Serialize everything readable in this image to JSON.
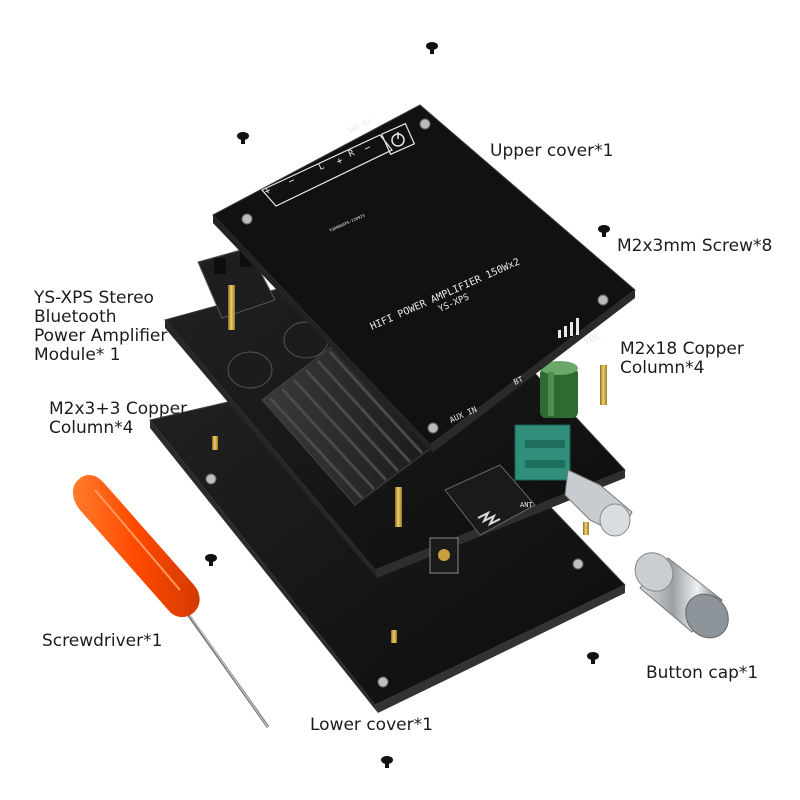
{
  "labels": {
    "upper_cover": "Upper cover*1",
    "screw": "M2x3mm Screw*8",
    "module": "YS-XPS Stereo\nBluetooth\nPower Amplifier\nModule* 1",
    "copper_18": "M2x18 Copper\nColumn*4",
    "copper_3": "M2x3+3 Copper\nColumn*4",
    "screwdriver": "Screwdriver*1",
    "button_cap": "Button cap*1",
    "lower_cover": "Lower cover*1"
  },
  "board_print": {
    "amp_title": "HIFI POWER AMPLIFIER 150Wx2",
    "model": "YS-XPS",
    "aux": "AUX IN",
    "bt": "BT",
    "vol": "VOL",
    "corner_model": "YS-XPS",
    "serial": "YS0000XPS-220915",
    "ant": "ANT",
    "plus": "+",
    "minus": "−",
    "L": "L",
    "R": "R"
  },
  "colors": {
    "board": "#141414",
    "board_edge": "#3a3a3a",
    "heatsink": "#262626",
    "brass": "#c9a13a",
    "screwdriver": "#f25a0c",
    "knob_green": "#2f8f7a",
    "capacitor": "#2e6b2e"
  }
}
